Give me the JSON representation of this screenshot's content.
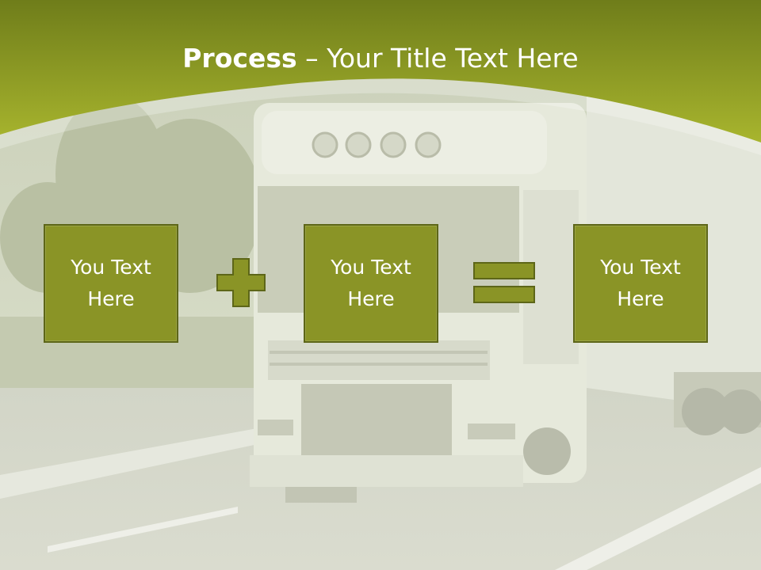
{
  "slide": {
    "title_bold": "Process",
    "title_rest": " – Your Title Text Here",
    "boxes": [
      {
        "label": "You Text Here"
      },
      {
        "label": "You Text Here"
      },
      {
        "label": "You Text Here"
      }
    ],
    "operators": [
      "plus-icon",
      "equals-icon"
    ],
    "colors": {
      "header_top": "#6f7d1a",
      "header_bottom": "#a8b52e",
      "box_fill": "#8a9426",
      "box_border": "#5d6618",
      "text": "#ffffff"
    }
  }
}
